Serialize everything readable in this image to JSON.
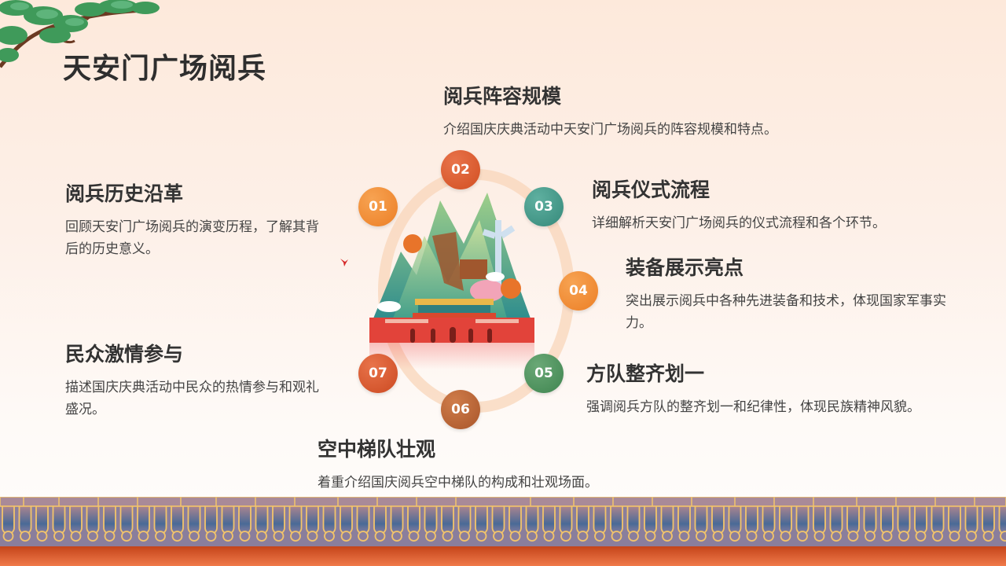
{
  "slide": {
    "title": "天安门广场阅兵"
  },
  "items": [
    {
      "number": "01",
      "heading": "阅兵历史沿革",
      "body": "回顾天安门广场阅兵的演变历程，了解其背后的历史意义。",
      "color": "#f08a30"
    },
    {
      "number": "02",
      "heading": "阅兵阵容规模",
      "body": "介绍国庆庆典活动中天安门广场阅兵的阵容规模和特点。",
      "color": "#d9582a"
    },
    {
      "number": "03",
      "heading": "阅兵仪式流程",
      "body": "详细解析天安门广场阅兵的仪式流程和各个环节。",
      "color": "#3f9583"
    },
    {
      "number": "04",
      "heading": "装备展示亮点",
      "body": "突出展示阅兵中各种先进装备和技术，体现国家军事实力。",
      "color": "#f08a30"
    },
    {
      "number": "05",
      "heading": "方队整齐划一",
      "body": "强调阅兵方队的整齐划一和纪律性，体现民族精神风貌。",
      "color": "#4f8f5a"
    },
    {
      "number": "06",
      "heading": "空中梯队壮观",
      "body": "着重介绍国庆阅兵空中梯队的构成和壮观场面。",
      "color": "#b8612f"
    },
    {
      "number": "07",
      "heading": "民众激情参与",
      "body": "描述国庆庆典活动中民众的热情参与和观礼盛况。",
      "color": "#d4542a"
    }
  ],
  "decorations": {
    "top_left": "pine-branch",
    "center": "tiananmen-great-wall-illustration",
    "bottom": "palace-wall-border"
  },
  "colors": {
    "background": "#fde9db",
    "ring": "#f8d6ba",
    "wall_red": "#c9471c",
    "wall_trim": "#f3c46a",
    "wall_blue": "#4a6a96"
  }
}
